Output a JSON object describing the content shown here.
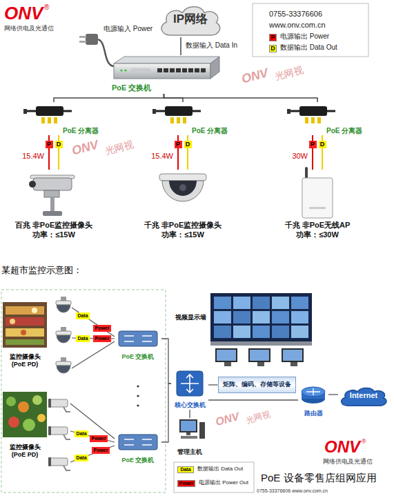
{
  "diagram": {
    "caption": "PoE 设备零售店组网应用",
    "nodes": [
      {
        "text": [
          "IP网络"
        ]
      },
      {
        "text": [
          "PoE 交换机"
        ]
      },
      {
        "text": [
          "PoE 分离器"
        ]
      },
      {
        "text": [
          "PoE 分离器"
        ]
      },
      {
        "text": [
          "PoE 分离器"
        ]
      },
      {
        "text": [
          "百兆 非PoE监控摄像头",
          "功率：≤15W"
        ]
      },
      {
        "text": [
          "千兆 非PoE监控摄像头",
          "功率：≤15W"
        ]
      },
      {
        "text": [
          "千兆 非PoE无线AP",
          "功率：≤30W"
        ]
      },
      {
        "text": [
          "PoE 交换机"
        ]
      },
      {
        "text": [
          "PoE 交换机"
        ]
      },
      {
        "text": [
          "核心交换机"
        ]
      },
      {
        "text": [
          "矩阵、编码、存储等设备"
        ]
      },
      {
        "text": [
          "管理主机"
        ]
      },
      {
        "text": [
          "路由器"
        ]
      },
      {
        "text": [
          "Internet"
        ]
      }
    ],
    "edges": [
      {
        "from": 0,
        "to": 1,
        "arrow": "none",
        "label": "数据输入 Data In"
      },
      {
        "from": 1,
        "to": 2,
        "arrow": "none"
      },
      {
        "from": 1,
        "to": 3,
        "arrow": "none"
      },
      {
        "from": 1,
        "to": 4,
        "arrow": "none"
      },
      {
        "from": 2,
        "to": 5,
        "arrow": "none",
        "label": "P"
      },
      {
        "from": 2,
        "to": 5,
        "arrow": "none",
        "label": "D"
      },
      {
        "from": 3,
        "to": 6,
        "arrow": "none",
        "label": "P"
      },
      {
        "from": 3,
        "to": 6,
        "arrow": "none",
        "label": "D"
      },
      {
        "from": 4,
        "to": 7,
        "arrow": "none",
        "label": "P"
      },
      {
        "from": 4,
        "to": 7,
        "arrow": "none",
        "label": "D"
      },
      {
        "from": 8,
        "to": 10,
        "arrow": "none"
      },
      {
        "from": 9,
        "to": 10,
        "arrow": "none"
      },
      {
        "from": 10,
        "to": 11,
        "arrow": "none"
      },
      {
        "from": 10,
        "to": 12,
        "arrow": "none"
      },
      {
        "from": 10,
        "to": 13,
        "arrow": "none"
      },
      {
        "from": 13,
        "to": 14,
        "arrow": "none"
      }
    ],
    "labels": [
      "ONV",
      "®",
      "网络供电及光通信",
      "电源输入 Power",
      "0755-33376606",
      "www.onv.com.cn",
      "P",
      "D",
      "15.4W",
      "15.4W",
      "30W",
      "ONV",
      "光网视",
      "ONV",
      "光网视",
      "某超市监控示意图：",
      "监控摄像头 (PoE PD)",
      "监控摄像头 (PoE PD)",
      "Data",
      "Power",
      "Data",
      "Power",
      "Data",
      "Power",
      "Data",
      "Power",
      "视频显示墙",
      "ONV",
      "光网视",
      "Data",
      "Power",
      "ONV",
      "®",
      "网络供电及光通信",
      "0755-33376606 www.onv.com.cn"
    ],
    "legend": [
      {
        "text": "电源输出 Power",
        "color": "#ff0000"
      },
      {
        "text": "数据输出 Data Out",
        "color": "#ffff00"
      },
      {
        "text": "数据输出 Data Out",
        "color": "#ffff00"
      },
      {
        "text": "电源输出 Power Out",
        "color": "#ff0000"
      }
    ]
  }
}
